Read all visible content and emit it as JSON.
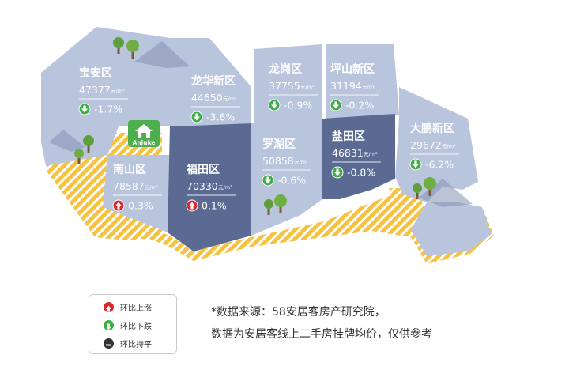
{
  "colors": {
    "light_region": "#b9c4dd",
    "dark_region": "#5a6a92",
    "stripe_a": "#f5c242",
    "stripe_b": "#ffffff",
    "up": "#e0262d",
    "down": "#3fae49",
    "flat": "#333333",
    "logo_bg": "#4cae4c"
  },
  "logo": {
    "text": "Anjuke"
  },
  "districts": [
    {
      "name": "宝安区",
      "price": "47377",
      "unit": "元/m²",
      "change": "-1.7%",
      "trend": "down",
      "icon": "down-arrow-icon"
    },
    {
      "name": "龙华新区",
      "price": "44650",
      "unit": "元/m²",
      "change": "-3.6%",
      "trend": "down",
      "icon": "down-arrow-icon"
    },
    {
      "name": "龙岗区",
      "price": "37755",
      "unit": "元/m²",
      "change": "-0.9%",
      "trend": "down",
      "icon": "down-arrow-icon"
    },
    {
      "name": "坪山新区",
      "price": "31194",
      "unit": "元/m²",
      "change": "-0.2%",
      "trend": "down",
      "icon": "down-arrow-icon"
    },
    {
      "name": "南山区",
      "price": "78587",
      "unit": "元/m²",
      "change": "0.3%",
      "trend": "up",
      "icon": "up-arrow-icon"
    },
    {
      "name": "福田区",
      "price": "70330",
      "unit": "元/m²",
      "change": "0.1%",
      "trend": "up",
      "icon": "up-arrow-icon"
    },
    {
      "name": "罗湖区",
      "price": "50858",
      "unit": "元/m²",
      "change": "-0.6%",
      "trend": "down",
      "icon": "down-arrow-icon"
    },
    {
      "name": "盐田区",
      "price": "46831",
      "unit": "元/m²",
      "change": "-0.8%",
      "trend": "down",
      "icon": "down-arrow-icon"
    },
    {
      "name": "大鹏新区",
      "price": "29672",
      "unit": "元/m²",
      "change": "-6.2%",
      "trend": "down",
      "icon": "down-arrow-icon"
    }
  ],
  "legend": [
    {
      "label": "环比上涨",
      "trend": "up",
      "icon": "up-arrow-icon"
    },
    {
      "label": "环比下跌",
      "trend": "down",
      "icon": "down-arrow-icon"
    },
    {
      "label": "环比持平",
      "trend": "flat",
      "icon": "minus-icon"
    }
  ],
  "note": {
    "line1": "*数据来源：58安居客房产研究院，",
    "line2": "数据为安居客线上二手房挂牌均价，仅供参考"
  }
}
